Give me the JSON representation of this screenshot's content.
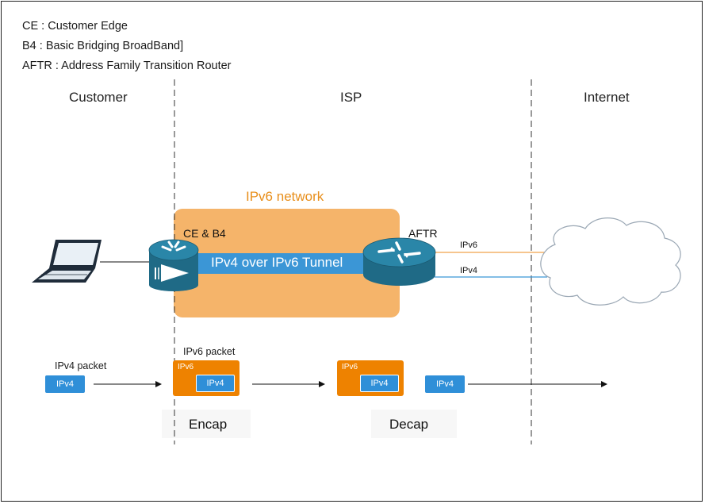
{
  "legend": [
    "CE : Customer Edge",
    "B4 : Basic Bridging BroadBand]",
    "AFTR : Address Family Transition Router"
  ],
  "zones": {
    "customer": "Customer",
    "isp": "ISP",
    "internet": "Internet"
  },
  "network": {
    "title": "IPv6 network",
    "tunnel_label": "IPv4 over IPv6 Tunnel",
    "ce_label": "CE & B4",
    "aftr_label": "AFTR",
    "link_ipv6": "IPv6",
    "link_ipv4": "IPv4"
  },
  "packets": {
    "ipv4_packet_label": "IPv4 packet",
    "ipv6_packet_label": "IPv6 packet",
    "tag_ipv4": "IPv4",
    "tag_ipv6": "IPv6"
  },
  "steps": {
    "encap": "Encap",
    "decap": "Decap"
  },
  "colors": {
    "ipv6_network": "#f5b46a",
    "ipv6_packet": "#ee8200",
    "ipv4_tag": "#2f8fd8",
    "tunnel": "#3b96d6",
    "router": "#1f6a86",
    "title_orange": "#e88f1c"
  }
}
